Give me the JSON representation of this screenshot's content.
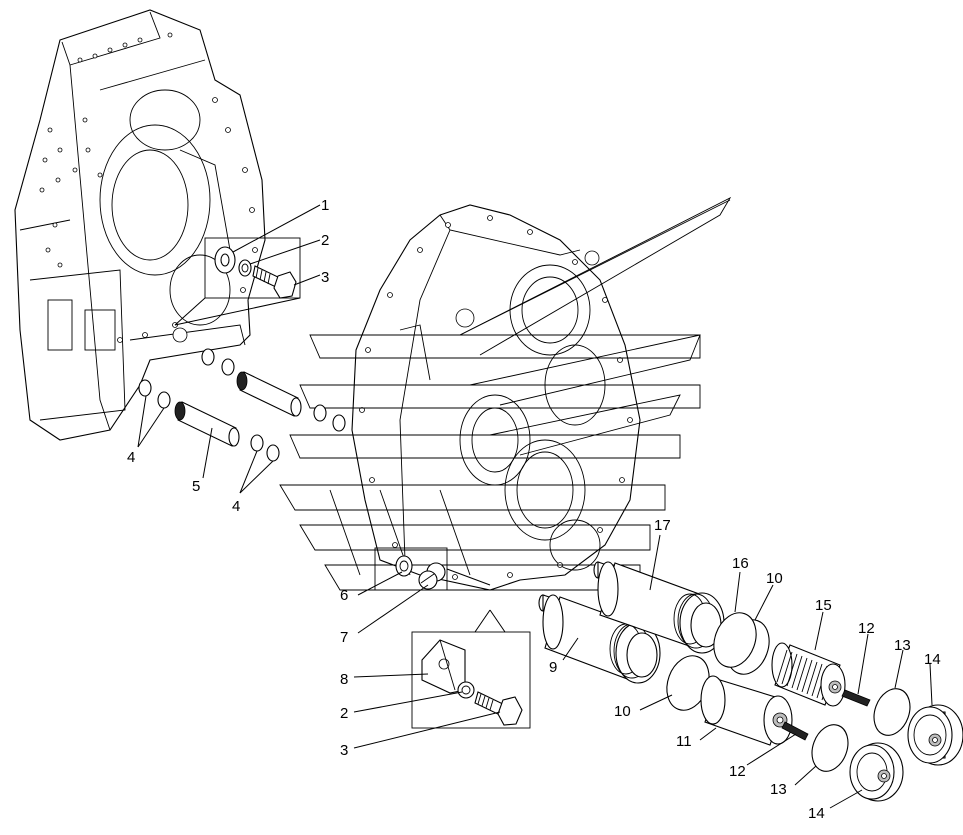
{
  "callouts": {
    "c1": "1",
    "c2a": "2",
    "c3a": "3",
    "c4a": "4",
    "c5": "5",
    "c4b": "4",
    "c6": "6",
    "c7": "7",
    "c8": "8",
    "c2b": "2",
    "c3b": "3",
    "c9": "9",
    "c10a": "10",
    "c11": "11",
    "c17": "17",
    "c16": "16",
    "c10b": "10",
    "c15": "15",
    "c12a": "12",
    "c13a": "13",
    "c14a": "14",
    "c12b": "12",
    "c13b": "13",
    "c14b": "14"
  }
}
